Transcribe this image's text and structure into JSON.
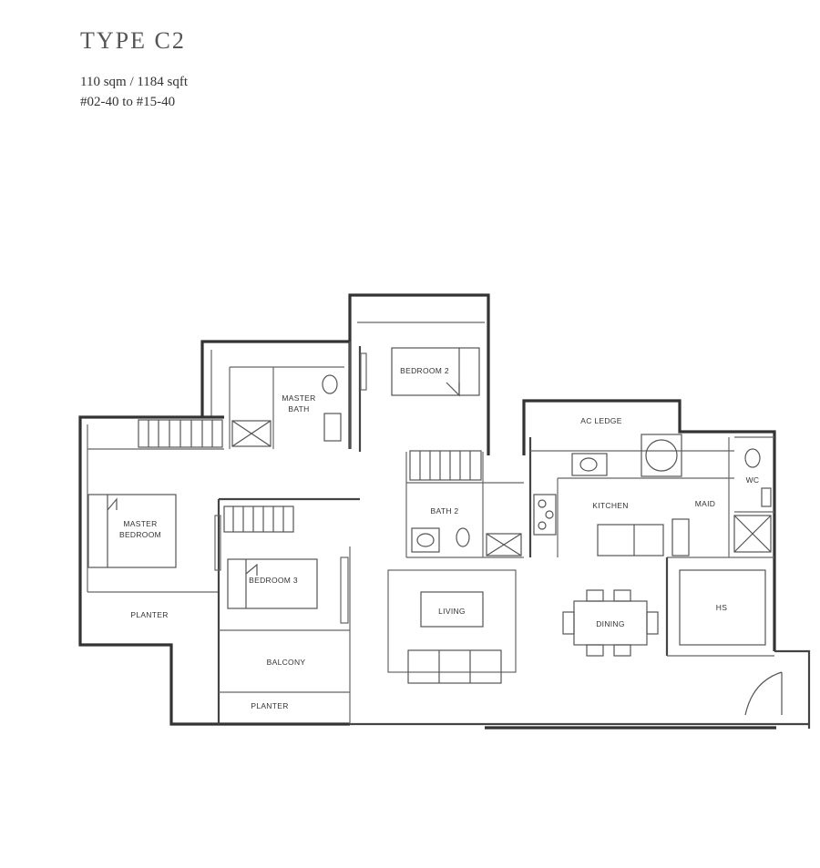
{
  "header": {
    "title": "TYPE C2",
    "area": "110 sqm / 1184 sqft",
    "units": "#02-40 to #15-40"
  },
  "rooms": {
    "master_bath": [
      "MASTER",
      "BATH"
    ],
    "bedroom_2": "BEDROOM 2",
    "ac_ledge": "AC LEDGE",
    "master_bedroom": [
      "MASTER",
      "BEDROOM"
    ],
    "bath_2": "BATH 2",
    "kitchen": "KITCHEN",
    "maid": "MAID",
    "wc": "WC",
    "bedroom_3": "BEDROOM 3",
    "planter_left": "PLANTER",
    "living": "LIVING",
    "dining": "DINING",
    "hs": "HS",
    "balcony": "BALCONY",
    "planter_bottom": "PLANTER"
  }
}
